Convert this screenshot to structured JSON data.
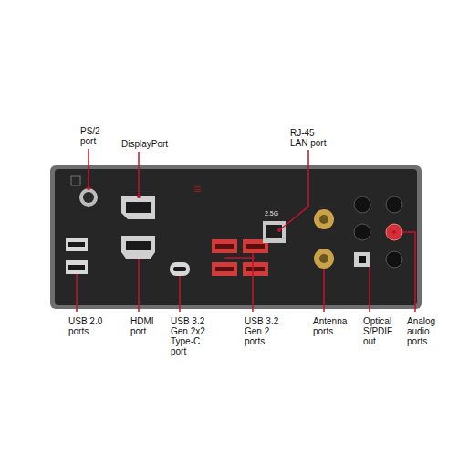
{
  "diagram": {
    "labels": [
      "PS/2 port",
      "DisplayPort",
      "RJ-45 LAN port",
      "2.5G",
      "USB 2.0 ports",
      "HDMI port",
      "USB 3.2 Gen 2x2 Type-C port",
      "USB 3.2 Gen 2 ports",
      "Antenna ports",
      "Optical S/PDIF out",
      "Analog audio ports"
    ]
  }
}
